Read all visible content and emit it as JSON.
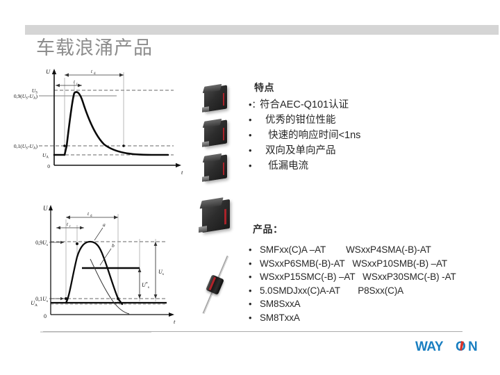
{
  "slide": {
    "title": "车载浪涌产品",
    "banner_color": "#d5d5d5",
    "title_color": "#8d8d8d"
  },
  "features": {
    "heading": "特点",
    "items": [
      {
        "bullet": "•：",
        "text": "符合AEC-Q101认证"
      },
      {
        "bullet": "•",
        "text": "  优秀的钳位性能"
      },
      {
        "bullet": "•",
        "text": "   快速的响应时间<1ns"
      },
      {
        "bullet": "•",
        "text": "  双向及单向产品"
      },
      {
        "bullet": "•",
        "text": "   低漏电流"
      }
    ]
  },
  "products": {
    "heading": "产品：",
    "items": [
      {
        "bullet": "•",
        "text": "SMFxx(C)A –AT        WSxxP4SMA(-B)-AT"
      },
      {
        "bullet": "•",
        "text": "WSxxP6SMB(-B)-AT   WSxxP10SMB(-B) –AT"
      },
      {
        "bullet": "•",
        "text": "WSxxP15SMC(-B) –AT   WSxxP30SMC(-B) -AT"
      },
      {
        "bullet": "•",
        "text": "5.0SMDJxx(C)A-AT       P8Sxx(C)A"
      },
      {
        "bullet": "•",
        "text": "SM8SxxA"
      },
      {
        "bullet": "•",
        "text": "SM8TxxA"
      }
    ]
  },
  "photos": [
    {
      "name": "smd-package-1",
      "type": "smd"
    },
    {
      "name": "smd-package-2",
      "type": "smd"
    },
    {
      "name": "smd-package-3",
      "type": "smd"
    },
    {
      "name": "smd-package-large",
      "type": "smd"
    },
    {
      "name": "axial-leaded-diode",
      "type": "axial"
    }
  ],
  "logo": {
    "text_left": "WAY",
    "text_right": "N",
    "accent_letter": "O",
    "color": "#1a7fc1",
    "accent_color": "#d9342b"
  },
  "chart_data": [
    {
      "id": "surge-pulse",
      "type": "line",
      "title": "",
      "xlabel": "t",
      "ylabel": "U",
      "y_ticks": [
        "0",
        "U_A",
        "0,1(U_S-U_A)",
        "0,9(U_S-U_A)",
        "U_S"
      ],
      "y_tick_values": [
        0,
        0.12,
        0.2,
        0.84,
        0.92
      ],
      "x_ticks": [],
      "annotations": [
        "t_d",
        "t_r"
      ],
      "grid": false,
      "legend": "none",
      "series": [
        {
          "name": "surge-waveform",
          "x": [
            0,
            0.2,
            0.26,
            0.29,
            0.315,
            0.34,
            0.38,
            0.44,
            0.52,
            0.62,
            0.72,
            0.82,
            0.92,
            1.0
          ],
          "y": [
            0.12,
            0.12,
            0.2,
            0.6,
            0.86,
            0.92,
            0.86,
            0.68,
            0.46,
            0.3,
            0.2,
            0.15,
            0.13,
            0.13
          ]
        }
      ],
      "reference_lines": [
        {
          "label": "U_S",
          "y": 0.92,
          "style": "dashed"
        },
        {
          "label": "0,9(U_S-U_A)",
          "y": 0.84,
          "style": "solid"
        },
        {
          "label": "0,1(U_S-U_A)",
          "y": 0.2,
          "style": "dashed"
        },
        {
          "label": "U_A",
          "y": 0.12,
          "style": "dashed"
        }
      ]
    },
    {
      "id": "clamping-pulse",
      "type": "line",
      "title": "",
      "xlabel": "t",
      "ylabel": "U",
      "y_ticks": [
        "0",
        "U_A",
        "0,1U_s",
        "0,9U_s"
      ],
      "y_tick_values": [
        0,
        0.1,
        0.16,
        0.66
      ],
      "x_ticks": [],
      "annotations": [
        "t_d",
        "t_r",
        "a",
        "b",
        "U_s",
        "U*_s"
      ],
      "grid": false,
      "legend": "none",
      "series": [
        {
          "name": "a-clamped-waveform",
          "x": [
            0,
            0.22,
            0.26,
            0.32,
            0.4,
            0.47,
            0.53,
            0.6,
            0.68,
            0.74,
            0.8,
            0.86,
            1.0
          ],
          "y": [
            0.1,
            0.1,
            0.16,
            0.52,
            0.68,
            0.7,
            0.68,
            0.56,
            0.36,
            0.24,
            0.16,
            0.11,
            0.11
          ]
        },
        {
          "name": "b-unclamped-tail",
          "x": [
            0.4,
            0.5,
            0.6,
            0.7,
            0.78,
            0.85
          ],
          "y": [
            0.44,
            0.38,
            0.28,
            0.17,
            0.08,
            0.0
          ]
        },
        {
          "name": "clamp-level",
          "x": [
            0.33,
            0.88
          ],
          "y": [
            0.44,
            0.44
          ]
        }
      ],
      "reference_lines": [
        {
          "label": "0,9U_s",
          "y": 0.66,
          "style": "dashed"
        },
        {
          "label": "0,1U_s",
          "y": 0.16,
          "style": "dashed"
        },
        {
          "label": "U_A",
          "y": 0.1,
          "style": "solid"
        }
      ]
    }
  ]
}
